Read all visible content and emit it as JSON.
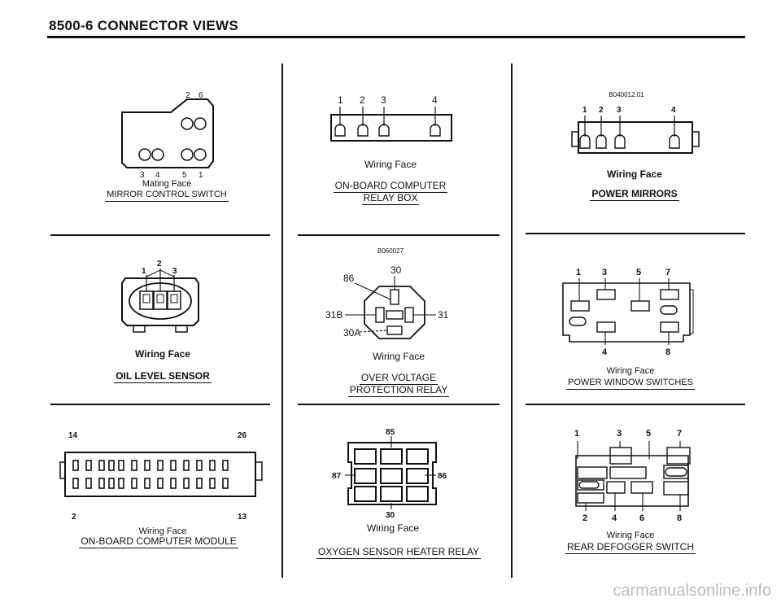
{
  "header": {
    "title": "8500-6   CONNECTOR VIEWS"
  },
  "watermark": "carmanualsonline.info",
  "panels": {
    "mirror_control_switch": {
      "pins_top": [
        "2",
        "6"
      ],
      "pins_bottom": [
        "3",
        "4",
        "5",
        "1"
      ],
      "face": "Mating Face",
      "name": "MIRROR CONTROL SWITCH"
    },
    "onboard_computer_relay_box": {
      "pins": [
        "1",
        "2",
        "3",
        "4"
      ],
      "face": "Wiring Face",
      "name_line1": "ON-BOARD COMPUTER",
      "name_line2": "RELAY BOX"
    },
    "power_mirrors": {
      "ref": "B040012.01",
      "pins": [
        "1",
        "2",
        "3",
        "4"
      ],
      "face": "Wiring Face",
      "name": "POWER MIRRORS"
    },
    "oil_level_sensor": {
      "pins": [
        "1",
        "2",
        "3"
      ],
      "face": "Wiring Face",
      "name": "OIL LEVEL SENSOR"
    },
    "over_voltage_relay": {
      "ref": "B060027",
      "pins": [
        "30",
        "86",
        "31B",
        "31",
        "30A"
      ],
      "face": "Wiring Face",
      "name_line1": "OVER VOLTAGE",
      "name_line2": "PROTECTION RELAY"
    },
    "power_window_switches": {
      "pins_top": [
        "1",
        "3",
        "5",
        "7"
      ],
      "pins_bottom": [
        "4",
        "8"
      ],
      "face": "Wiring Face",
      "name": "POWER WINDOW SWITCHES"
    },
    "onboard_computer_module": {
      "pins_top": [
        "14",
        "26"
      ],
      "pins_bottom": [
        "2",
        "13"
      ],
      "face": "Wiring Face",
      "name": "ON-BOARD COMPUTER MODULE"
    },
    "oxygen_sensor_heater_relay": {
      "pins": [
        "85",
        "87",
        "86",
        "30"
      ],
      "face": "Wiring Face",
      "name": "OXYGEN SENSOR HEATER RELAY"
    },
    "rear_defogger_switch": {
      "pins_top": [
        "1",
        "3",
        "5",
        "7"
      ],
      "pins_bottom": [
        "2",
        "4",
        "6",
        "8"
      ],
      "face": "Wiring Face",
      "name": "REAR DEFOGGER SWITCH"
    }
  }
}
